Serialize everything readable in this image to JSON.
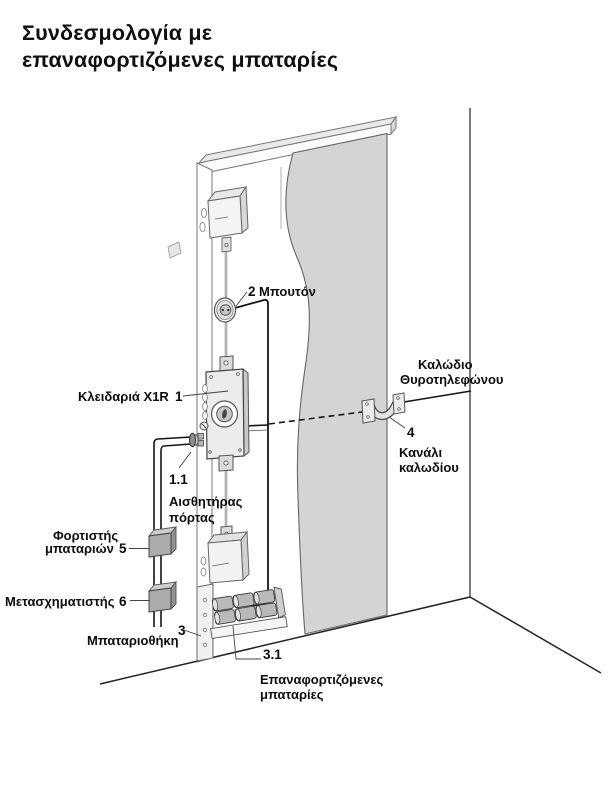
{
  "title": {
    "line1": "Συνδεσμολογία με",
    "line2": "επαναφορτιζόμενες μπαταρίες"
  },
  "diagram": {
    "labels": {
      "button": {
        "number": "2",
        "name": "Μπουτόν"
      },
      "lock": {
        "name": "Κλειδαριά X1R",
        "number": "1"
      },
      "door_sensor": {
        "number": "1.1",
        "name_line1": "Αισθητήρας",
        "name_line2": "πόρτας"
      },
      "doorphone_cable": {
        "name_line1": "Καλώδιο",
        "name_line2": "Θυροτηλεφώνου"
      },
      "cable_channel": {
        "number": "4",
        "name_line1": "Κανάλι",
        "name_line2": "καλωδίου"
      },
      "battery_charger": {
        "name_line1": "Φορτιστής",
        "name_line2": "μπαταριών",
        "number": "5"
      },
      "transformer": {
        "name": "Μετασχηματιστής",
        "number": "6"
      },
      "battery_holder": {
        "name": "Μπαταριοθήκη",
        "number": "3"
      },
      "rechargeable_batteries": {
        "number": "3.1",
        "name_line1": "Επαναφορτιζόμενες",
        "name_line2": "μπαταρίες"
      }
    },
    "colors": {
      "wall": "#d4d4d4",
      "outline": "#555555",
      "cable": "#151515",
      "text": "#0d0d0d"
    }
  }
}
